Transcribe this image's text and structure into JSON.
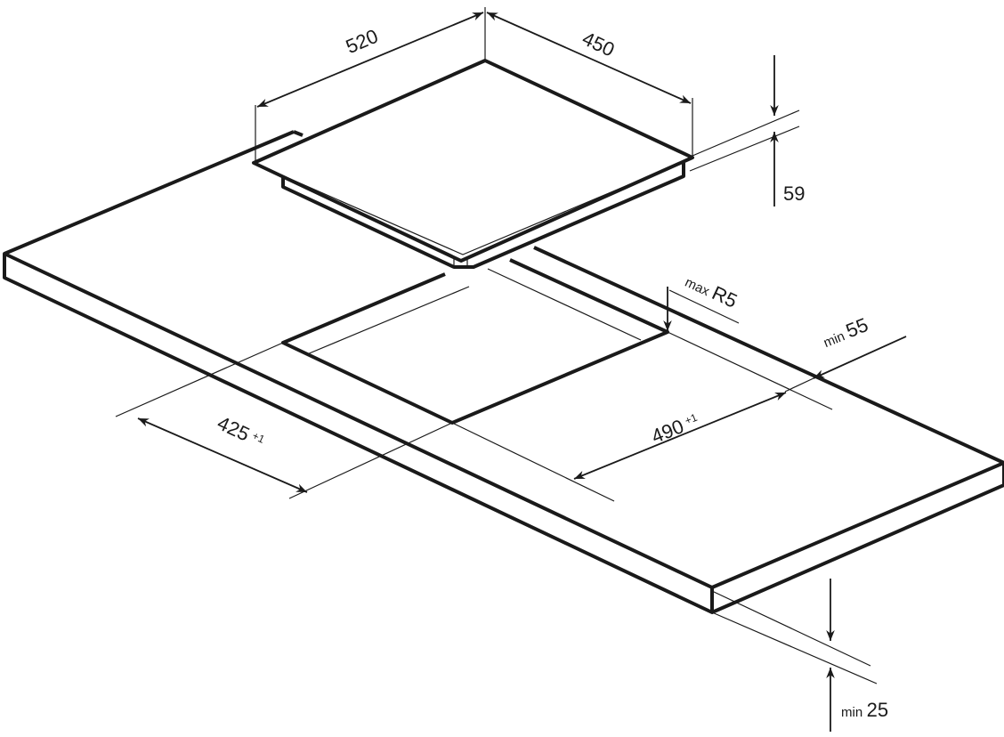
{
  "dimensions": {
    "hob_width": "520",
    "hob_depth": "450",
    "hob_height": "59",
    "cutout_depth": {
      "value": "425",
      "tolerance": "+1"
    },
    "cutout_width": {
      "value": "490",
      "tolerance": "+1"
    },
    "corner_radius": {
      "prefix": "max",
      "value": "R5"
    },
    "front_distance": {
      "prefix": "min",
      "value": "55"
    },
    "worktop_thickness": {
      "prefix": "min",
      "value": "25"
    }
  },
  "colors": {
    "line": "#1a1a1a",
    "background": "#ffffff"
  }
}
